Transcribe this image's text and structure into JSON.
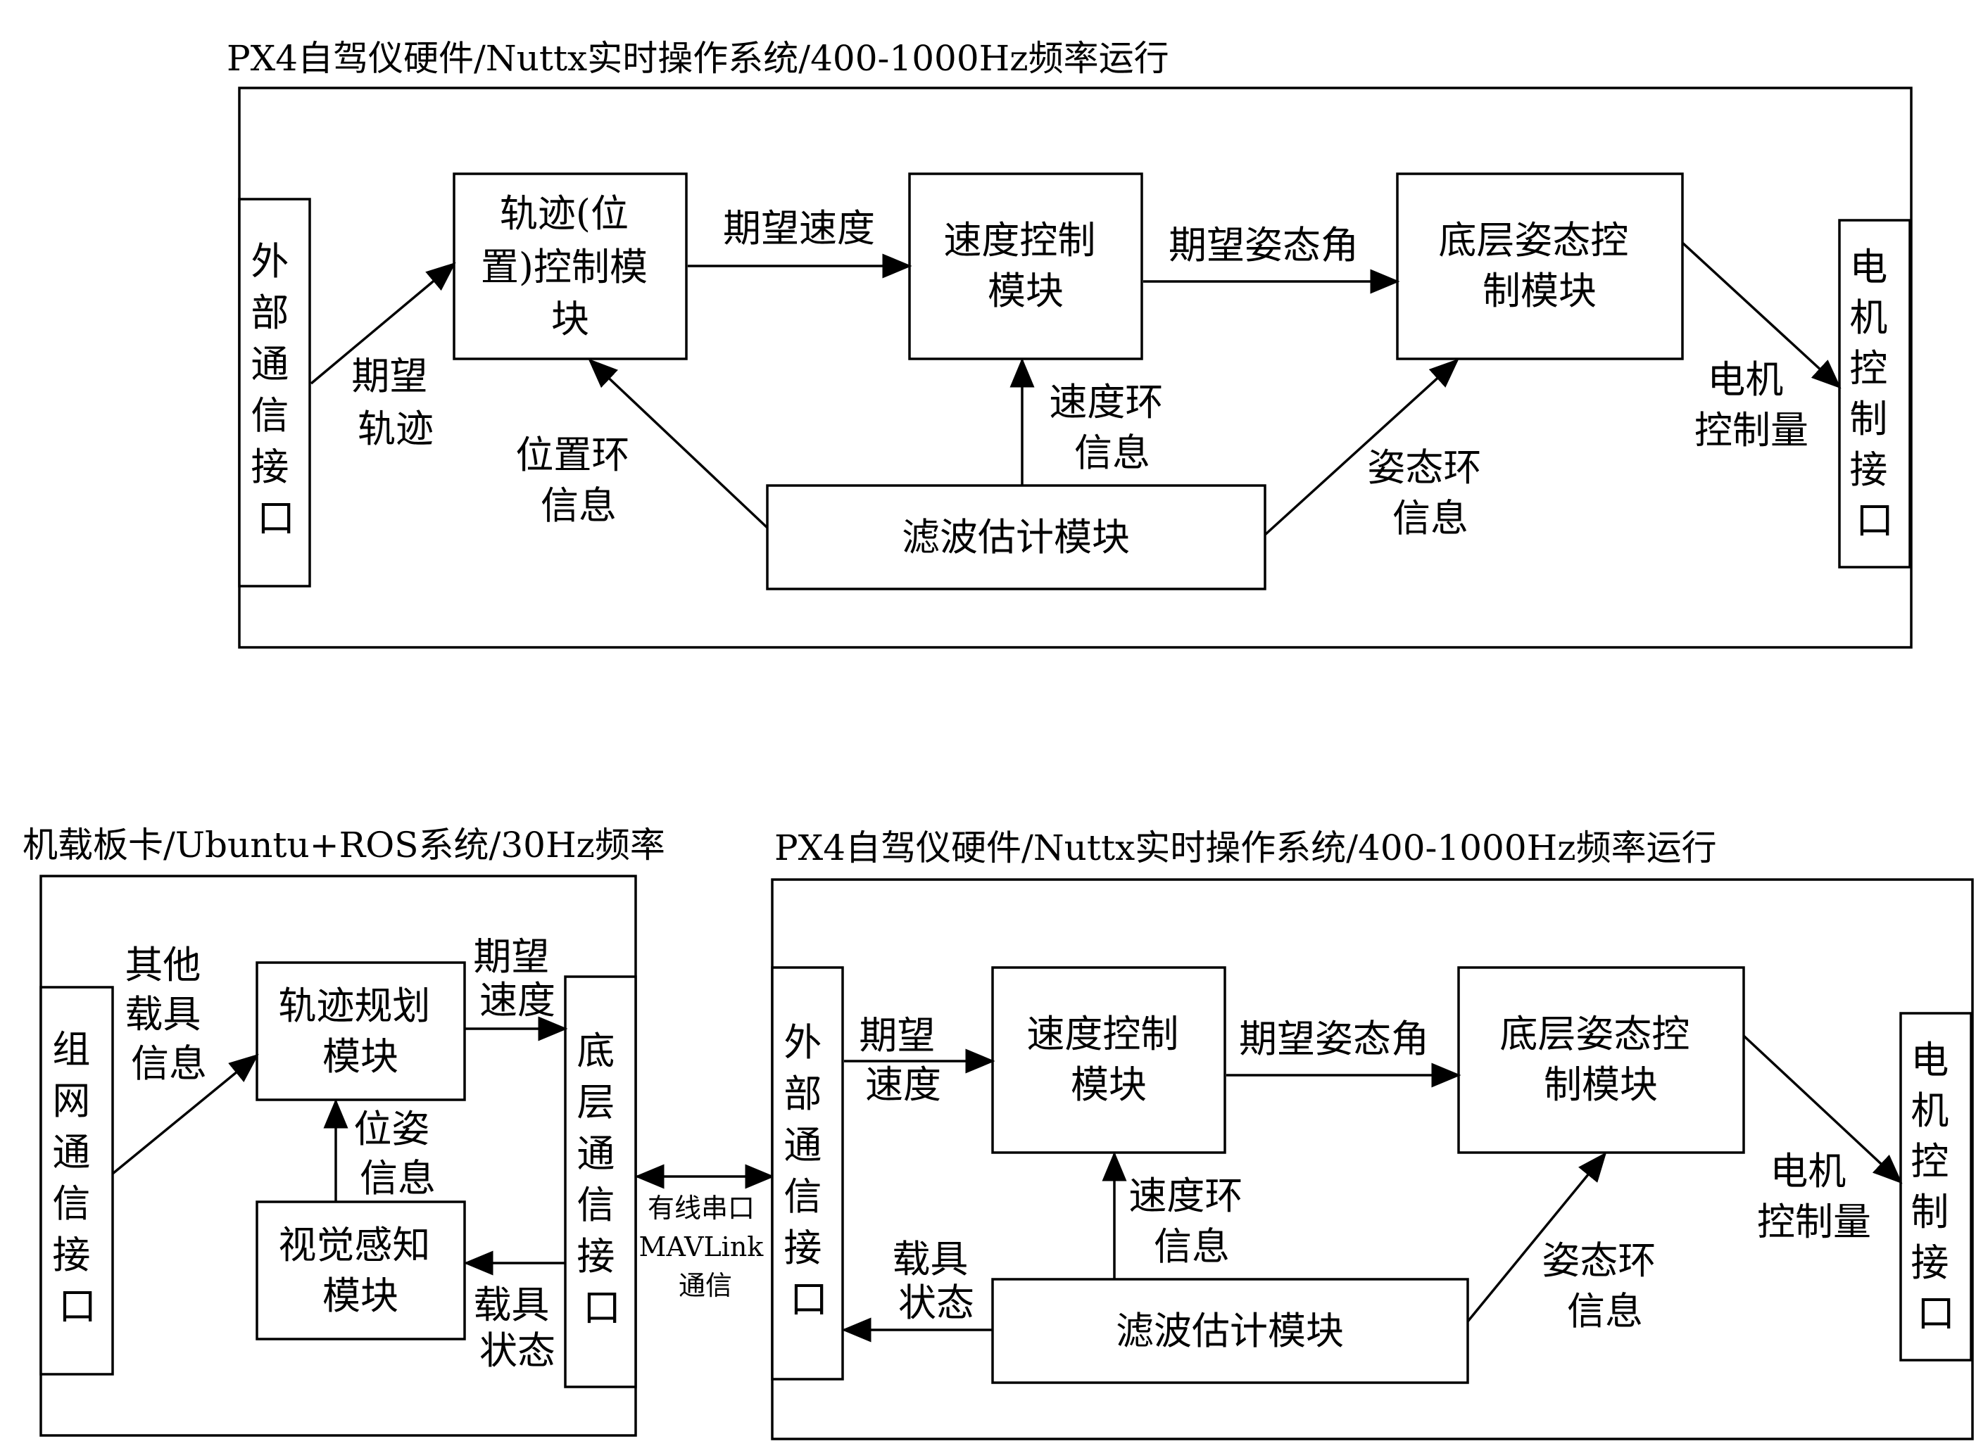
{
  "top": {
    "title": "PX4自驾仪硬件/Nuttx实时操作系统/400-1000Hz频率运行",
    "ext_comm_interface": [
      "外",
      "部",
      "通",
      "信",
      "接",
      "口"
    ],
    "trajectory_module": [
      "轨迹(位",
      "置)控制模",
      "块"
    ],
    "velocity_module": [
      "速度控制",
      "模块"
    ],
    "attitude_module": [
      "底层姿态控",
      "制模块"
    ],
    "motor_interface": [
      "电",
      "机",
      "控",
      "制",
      "接",
      "口"
    ],
    "filter_module": "滤波估计模块",
    "desired_trajectory": [
      "期望",
      "轨迹"
    ],
    "desired_velocity": "期望速度",
    "desired_attitude": "期望姿态角",
    "motor_control": [
      "电机",
      "控制量"
    ],
    "position_loop_info": [
      "位置环",
      "信息"
    ],
    "velocity_loop_info": [
      "速度环",
      "信息"
    ],
    "attitude_loop_info": [
      "姿态环",
      "信息"
    ]
  },
  "bottom_left": {
    "title": "机载板卡/Ubuntu+ROS系统/30Hz频率",
    "network_interface": [
      "组",
      "网",
      "通",
      "信",
      "接",
      "口"
    ],
    "other_vehicle_info": [
      "其他",
      "载具",
      "信息"
    ],
    "trajectory_planning": [
      "轨迹规划",
      "模块"
    ],
    "desired_velocity": [
      "期望",
      "速度"
    ],
    "low_comm_interface": [
      "底",
      "层",
      "通",
      "信",
      "接",
      "口"
    ],
    "pose_info": [
      "位姿",
      "信息"
    ],
    "vision_module": [
      "视觉感知",
      "模块"
    ],
    "vehicle_state": [
      "载具",
      "状态"
    ]
  },
  "link": {
    "label": [
      "有线串口",
      "MAVLink",
      "通信"
    ]
  },
  "bottom_right": {
    "title": "PX4自驾仪硬件/Nuttx实时操作系统/400-1000Hz频率运行",
    "ext_comm_interface": [
      "外",
      "部",
      "通",
      "信",
      "接",
      "口"
    ],
    "desired_velocity": [
      "期望",
      "速度"
    ],
    "velocity_module": [
      "速度控制",
      "模块"
    ],
    "desired_attitude": "期望姿态角",
    "attitude_module": [
      "底层姿态控",
      "制模块"
    ],
    "motor_interface": [
      "电",
      "机",
      "控",
      "制",
      "接",
      "口"
    ],
    "motor_control": [
      "电机",
      "控制量"
    ],
    "velocity_loop_info": [
      "速度环",
      "信息"
    ],
    "vehicle_state": [
      "载具",
      "状态"
    ],
    "filter_module": "滤波估计模块",
    "attitude_loop_info": [
      "姿态环",
      "信息"
    ]
  }
}
